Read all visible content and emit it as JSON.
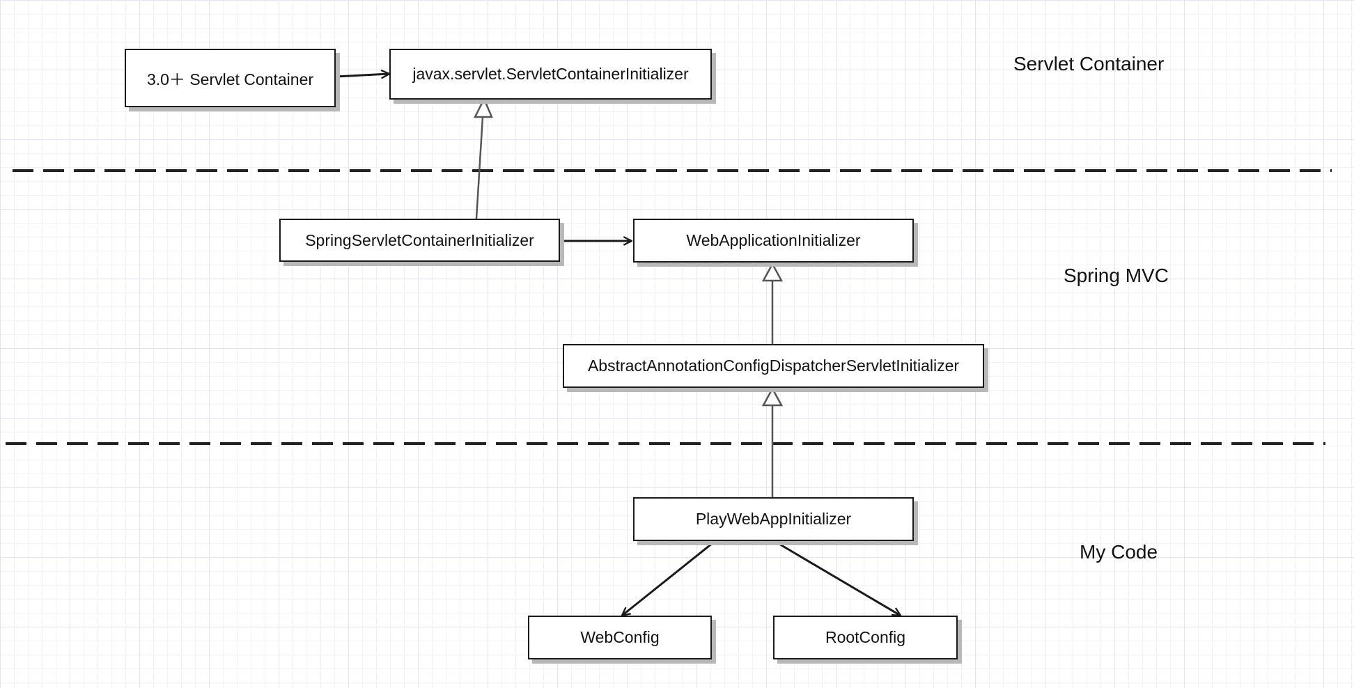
{
  "diagram": {
    "zones": {
      "servlet_container": "Servlet Container",
      "spring_mvc": "Spring MVC",
      "my_code": "My Code"
    },
    "nodes": {
      "servlet_container_30": "3.0＋ Servlet Container",
      "servlet_container_initializer": "javax.servlet.ServletContainerInitializer",
      "spring_servlet_container_initializer": "SpringServletContainerInitializer",
      "web_application_initializer": "WebApplicationInitializer",
      "abstract_annotation_config_dispatcher_servlet_initializer": "AbstractAnnotationConfigDispatcherServletInitializer",
      "play_web_app_initializer": "PlayWebAppInitializer",
      "web_config": "WebConfig",
      "root_config": "RootConfig"
    },
    "edges": [
      {
        "from": "servlet_container_30",
        "to": "servlet_container_initializer",
        "type": "association"
      },
      {
        "from": "spring_servlet_container_initializer",
        "to": "servlet_container_initializer",
        "type": "inheritance"
      },
      {
        "from": "spring_servlet_container_initializer",
        "to": "web_application_initializer",
        "type": "association"
      },
      {
        "from": "abstract_annotation_config_dispatcher_servlet_initializer",
        "to": "web_application_initializer",
        "type": "inheritance"
      },
      {
        "from": "play_web_app_initializer",
        "to": "abstract_annotation_config_dispatcher_servlet_initializer",
        "type": "inheritance"
      },
      {
        "from": "play_web_app_initializer",
        "to": "web_config",
        "type": "association"
      },
      {
        "from": "play_web_app_initializer",
        "to": "root_config",
        "type": "association"
      }
    ]
  },
  "colors": {
    "line": "#1a1a1a",
    "inheritance_line": "#555555",
    "separator": "#222222",
    "shadow": "#b8b8b8",
    "grid": "#e4e4ee"
  }
}
